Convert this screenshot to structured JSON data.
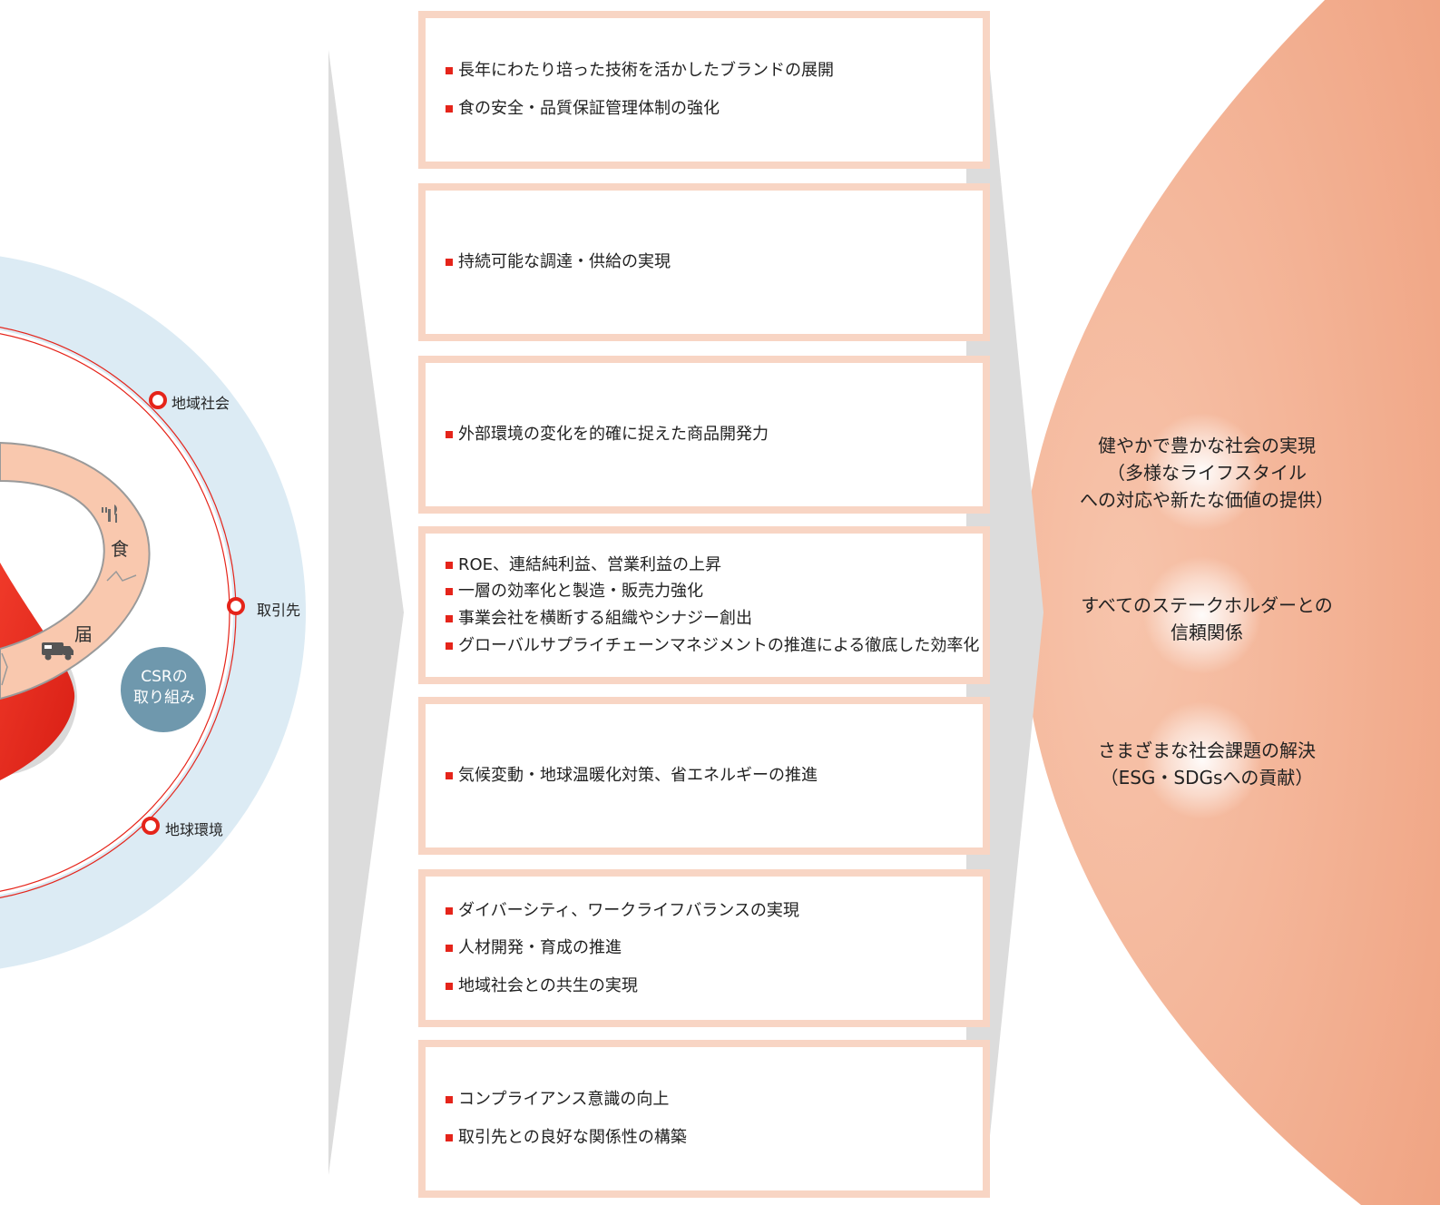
{
  "ring": {
    "labels": {
      "local": "地域社会",
      "partners": "取引先",
      "earth": "地球環境"
    },
    "csr": [
      "CSRの",
      "取り組み"
    ],
    "segments": {
      "food": "食",
      "deliver": "届"
    }
  },
  "boxes": [
    [
      "長年にわたり培った技術を活かしたブランドの展開",
      "食の安全・品質保証管理体制の強化"
    ],
    [
      "持続可能な調達・供給の実現"
    ],
    [
      "外部環境の変化を的確に捉えた商品開発力"
    ],
    [
      "ROE、連結純利益、営業利益の上昇",
      "一層の効率化と製造・販売力強化",
      "事業会社を横断する組織やシナジー創出",
      "グローバルサプライチェーンマネジメントの推進による徹底した効率化"
    ],
    [
      "気候変動・地球温暖化対策、省エネルギーの推進"
    ],
    [
      "ダイバーシティ、ワークライフバランスの実現",
      "人材開発・育成の推進",
      "地域社会との共生の実現"
    ],
    [
      "コンプライアンス意識の向上",
      "取引先との良好な関係性の構築"
    ]
  ],
  "outcomes": [
    [
      "健やかで豊かな社会の実現",
      "（多様なライフスタイル",
      "への対応や新たな価値の提供）"
    ],
    [
      "すべてのステークホルダーとの",
      "信頼関係"
    ],
    [
      "さまざまな社会課題の解決",
      "（ESG・SDGsへの貢献）"
    ]
  ],
  "colors": {
    "accent_red": "#e5241a",
    "ring_blue": "#dcebf4",
    "box_border": "#f8d5c4",
    "salmon": "#f2ab8d",
    "csr_circle": "#6f98ad",
    "gray_arrow": "#dcdcdc"
  }
}
